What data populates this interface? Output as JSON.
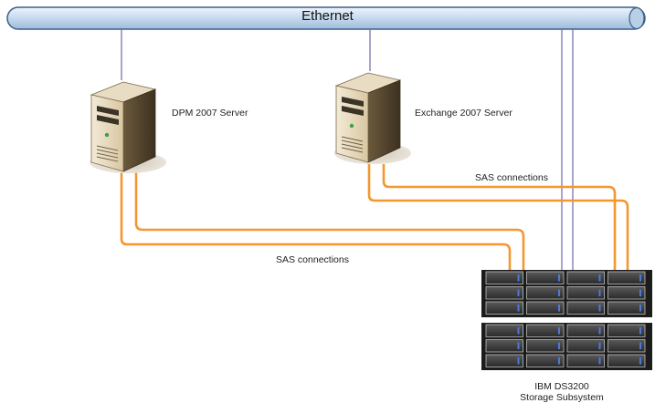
{
  "network": {
    "label": "Ethernet"
  },
  "servers": [
    {
      "label": "DPM 2007 Server"
    },
    {
      "label": "Exchange 2007 Server"
    }
  ],
  "connections": [
    {
      "label": "SAS connections"
    },
    {
      "label": "SAS connections"
    }
  ],
  "storage": {
    "line1": "IBM DS3200",
    "line2": "Storage Subsystem"
  },
  "colors": {
    "ethernet_fill": "#cfe0f1",
    "ethernet_stroke": "#3b5f8a",
    "sas_cable": "#f5962e",
    "rack_body": "#1c1c1c"
  }
}
